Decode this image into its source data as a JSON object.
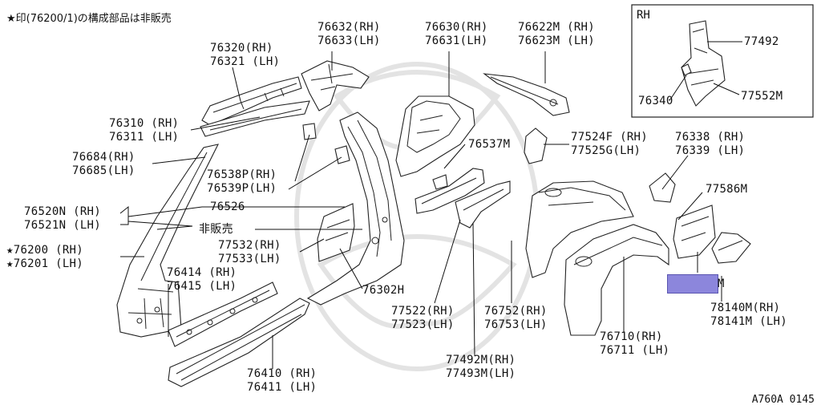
{
  "note": "★印(76200/1)の構成部品は非販売",
  "inset_title": "RH",
  "labels": {
    "l76632": [
      "76632(RH)",
      "76633(LH)"
    ],
    "l76630": [
      "76630(RH)",
      "76631(LH)"
    ],
    "l76622": [
      "76622M (RH)",
      "76623M (LH)"
    ],
    "l77492": [
      "77492"
    ],
    "l76340": [
      "76340"
    ],
    "l77552": [
      "77552M"
    ],
    "l76320": [
      "76320(RH)",
      "76321 (LH)"
    ],
    "l76310": [
      "76310 (RH)",
      "76311 (LH)"
    ],
    "l76684": [
      "76684(RH)",
      "76685(LH)"
    ],
    "l76538": [
      "76538P(RH)",
      "76539P(LH)"
    ],
    "l76537": [
      "76537M"
    ],
    "l77524": [
      "77524F (RH)",
      "77525G(LH)"
    ],
    "l76338": [
      "76338 (RH)",
      "76339 (LH)"
    ],
    "l76520": [
      "76520N (RH)",
      "76521N (LH)"
    ],
    "l76526": [
      "76526"
    ],
    "l77586": [
      "77586M"
    ],
    "l_hihan": [
      "非販売"
    ],
    "l76200": [
      "★76200 (RH)",
      "★76201 (LH)"
    ],
    "l77532": [
      "77532(RH)",
      "77533(LH)"
    ],
    "l76414": [
      "76414 (RH)",
      "76415 (LH)"
    ],
    "l76302": [
      "76302H"
    ],
    "l77522": [
      "77522(RH)",
      "77523(LH)"
    ],
    "l76752": [
      "76752(RH)",
      "76753(LH)"
    ],
    "l76710": [
      "76710(RH)",
      "76711 (LH)"
    ],
    "l78140": [
      "78140M(RH)",
      "78141M (LH)"
    ],
    "l77492M": [
      "77492M(RH)",
      "77493M(LH)"
    ],
    "l76410": [
      "76410 (RH)",
      "76411 (LH)"
    ]
  },
  "highlight_suffix": "M",
  "diagram_code": "A760A 0145"
}
